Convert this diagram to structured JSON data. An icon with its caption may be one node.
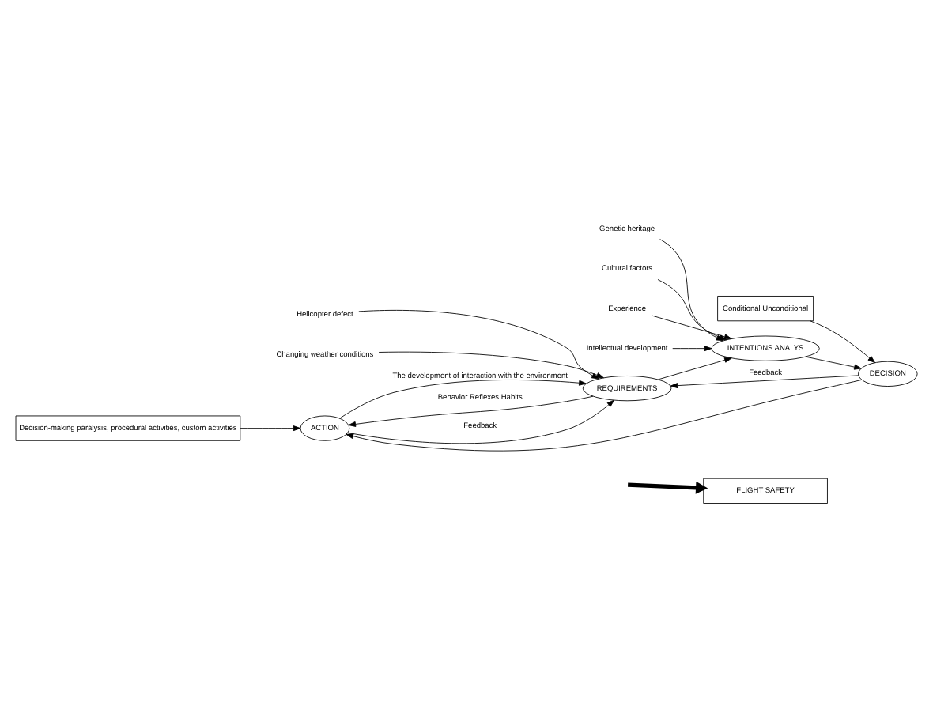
{
  "diagram": {
    "nodes": [
      {
        "text": [
          "FLIGHT SAFETY"
        ]
      },
      {
        "text": [
          "Helicopter defect"
        ]
      },
      {
        "text": [
          "Decision-making paralysis, procedural activities, custom activities"
        ]
      },
      {
        "text": [
          "REQUIREMENTS"
        ]
      },
      {
        "text": [
          "INTENTIONS ANALYS"
        ]
      },
      {
        "text": [
          "DECISION"
        ]
      },
      {
        "text": [
          "ACTION"
        ]
      },
      {
        "text": [
          "Changing weather conditions"
        ]
      },
      {
        "text": [
          "Genetic heritage"
        ]
      },
      {
        "text": [
          "Cultural factors"
        ]
      },
      {
        "text": [
          "Experience"
        ]
      },
      {
        "text": [
          "Intellectual development"
        ]
      },
      {
        "text": [
          "Conditional Unconditional"
        ]
      }
    ],
    "edges": [
      {
        "from": null,
        "to": 0,
        "arrow": "to",
        "style": "thick"
      },
      {
        "from": 1,
        "to": 3,
        "arrow": "to"
      },
      {
        "from": 2,
        "to": 6,
        "arrow": "to"
      },
      {
        "from": 3,
        "to": 6,
        "arrow": "to",
        "label": "Behavior Reflexes Habits"
      },
      {
        "from": 3,
        "to": 4,
        "arrow": "to"
      },
      {
        "from": 4,
        "to": 5,
        "arrow": "to"
      },
      {
        "from": 5,
        "to": 6,
        "arrow": "to"
      },
      {
        "from": 7,
        "to": 3,
        "arrow": "to"
      },
      {
        "from": 8,
        "to": 4,
        "arrow": "to"
      },
      {
        "from": 9,
        "to": 4,
        "arrow": "to"
      },
      {
        "from": 10,
        "to": 4,
        "arrow": "to"
      },
      {
        "from": 11,
        "to": 4,
        "arrow": "to"
      },
      {
        "from": 12,
        "to": 5,
        "arrow": "to"
      },
      {
        "from": 5,
        "to": 3,
        "arrow": "to",
        "label": "Feedback"
      },
      {
        "from": 6,
        "to": 3,
        "arrow": "to",
        "label": "Feedback"
      },
      {
        "from": 6,
        "to": 3,
        "arrow": "to",
        "label": "The development of interaction with the environment"
      }
    ]
  }
}
